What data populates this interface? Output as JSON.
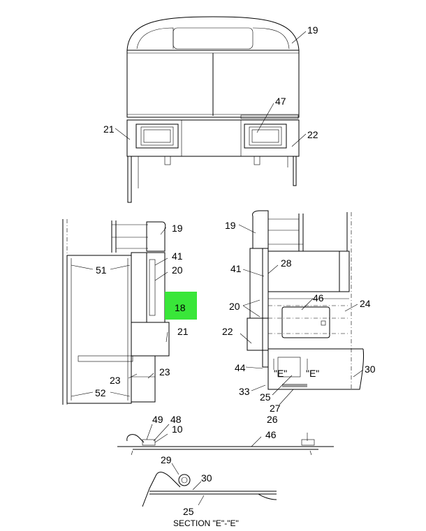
{
  "callouts": {
    "c19_top": "19",
    "c47": "47",
    "c21_top": "21",
    "c22_top": "22",
    "c19_left": "19",
    "c41_left": "41",
    "c20_left": "20",
    "c18": "18",
    "c21_left": "21",
    "c51": "51",
    "c23_a": "23",
    "c23_b": "23",
    "c52": "52",
    "c19_right": "19",
    "c28": "28",
    "c41_right": "41",
    "c46_right": "46",
    "c24": "24",
    "c20_right": "20",
    "c22_right": "22",
    "c44": "44",
    "c30_right": "30",
    "c33": "33",
    "c25_right": "25",
    "c27": "27",
    "c26": "26",
    "c49": "49",
    "c48": "48",
    "c10": "10",
    "c46_bottom": "46",
    "c29": "29",
    "c30_bottom": "30",
    "c25_bottom": "25"
  },
  "section_marks": {
    "e1": "\"E\"",
    "e2": "\"E\""
  },
  "caption": "SECTION \"E\"-\"E\"",
  "highlight": {
    "color": "#39e639",
    "label": "18"
  }
}
